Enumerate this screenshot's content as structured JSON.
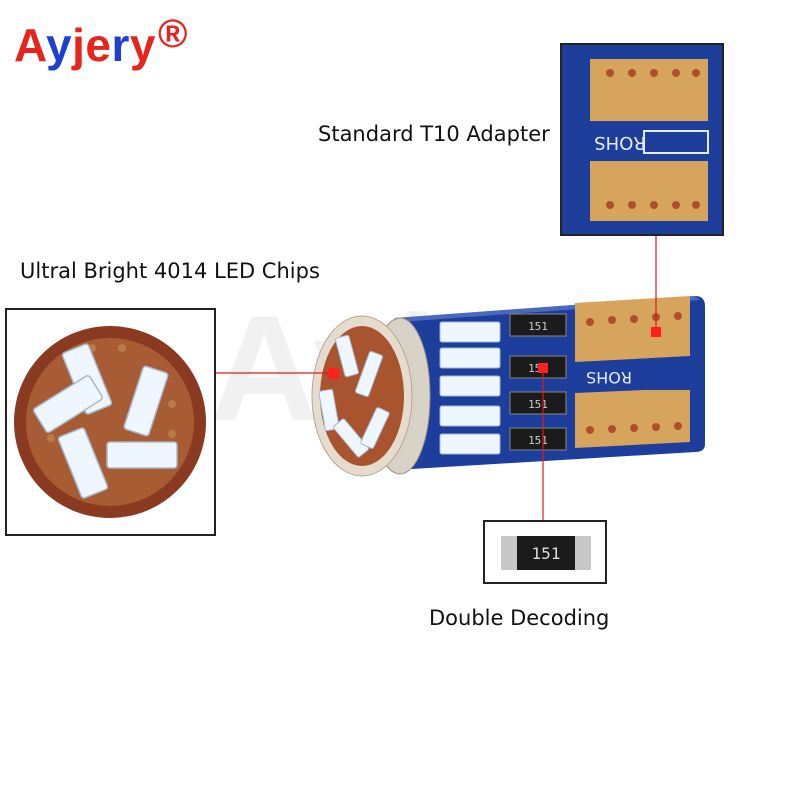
{
  "brand": {
    "name": "AYJERY",
    "registered_mark": "®"
  },
  "watermark": {
    "text": "Ayjery"
  },
  "callouts": {
    "adapter": {
      "label": "Standard T10 Adapter"
    },
    "chips": {
      "label": "Ultral Bright 4014 LED Chips"
    },
    "decoding": {
      "label": "Double Decoding"
    }
  },
  "pcb": {
    "rohs_text": "ROHS",
    "resistor_code": "151"
  },
  "colors": {
    "brand_red": "#e8251c",
    "brand_blue": "#1f3fd0",
    "pcb_blue": "#1d3e9a",
    "gold_pad": "#d7a45d",
    "copper_pad": "#a85c33",
    "led_white": "#eef6ff",
    "marker_red": "#ff2020"
  }
}
